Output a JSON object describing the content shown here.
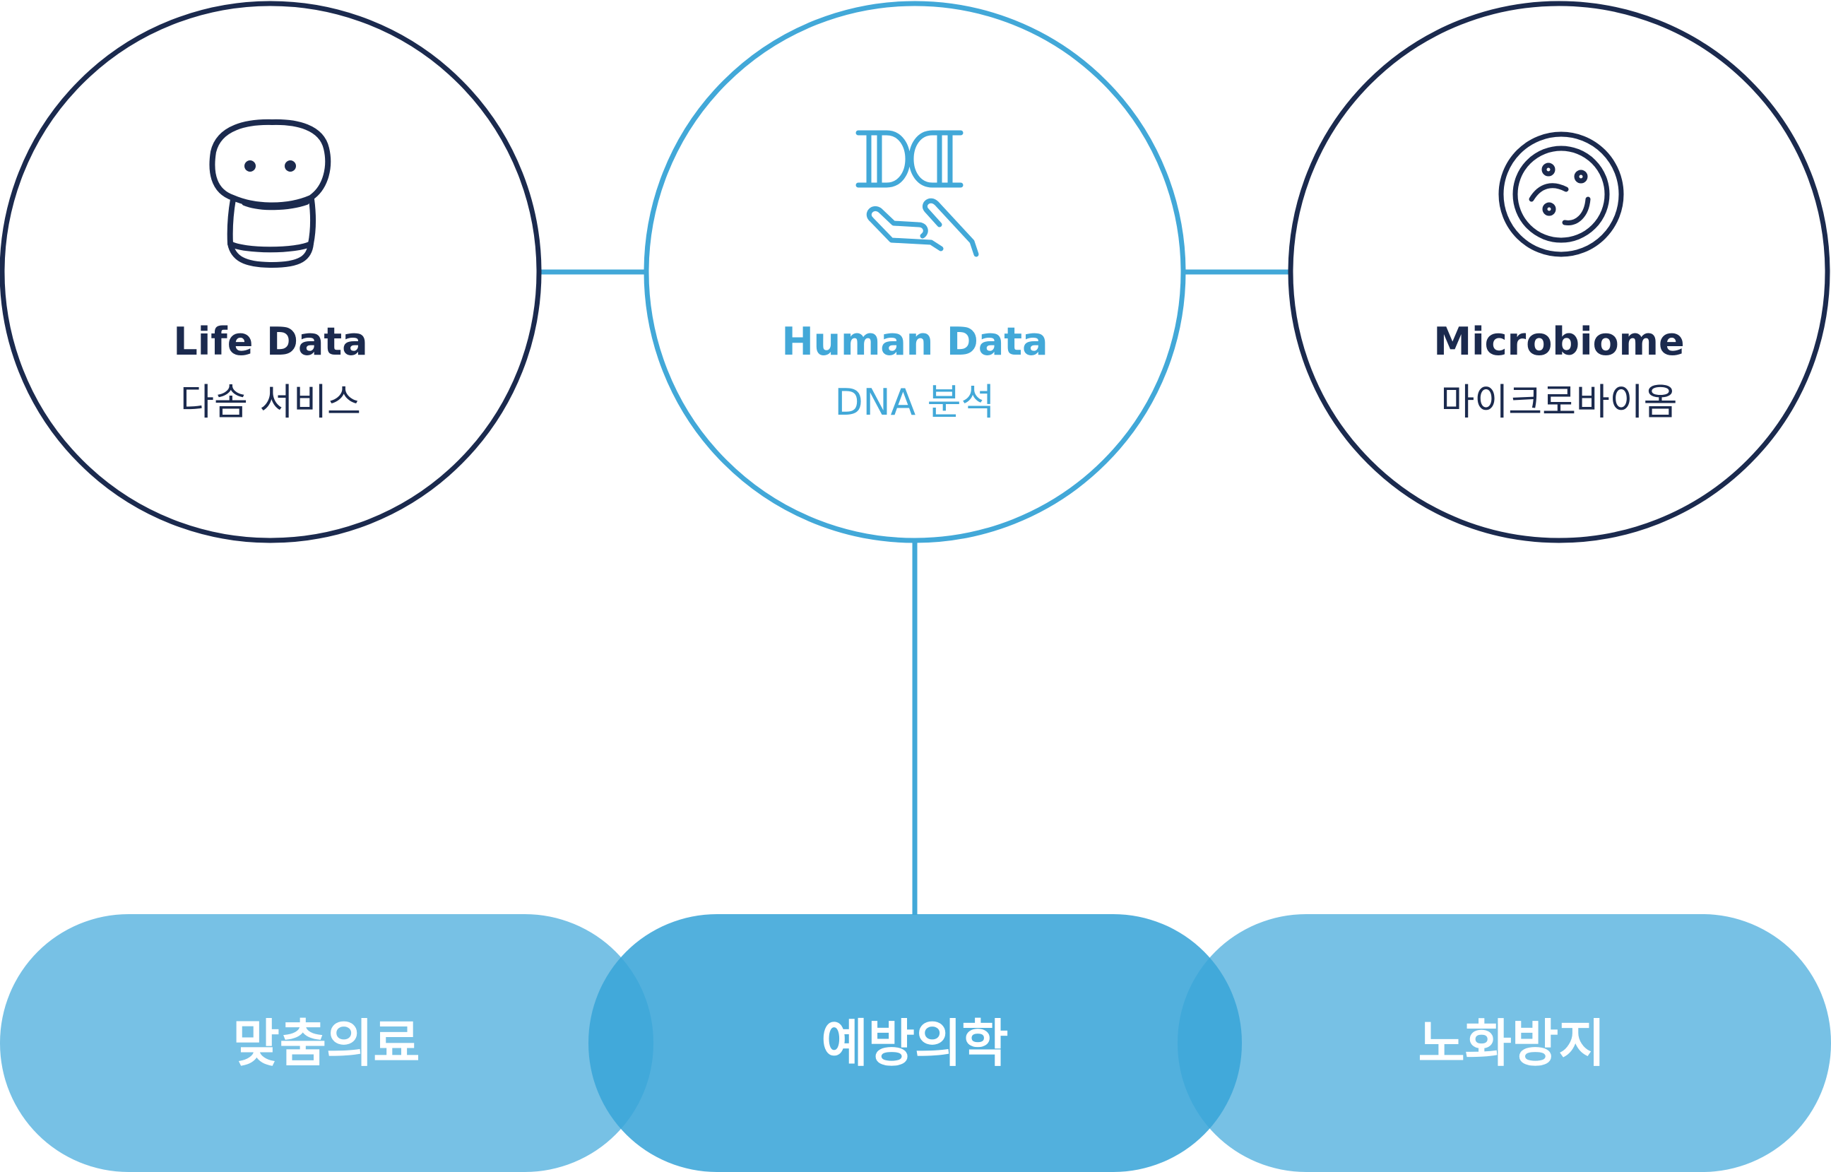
{
  "colors": {
    "navy": "#1b2a4e",
    "blue": "#42a8d8",
    "pill_light": "#6bbce3",
    "pill_dark": "#3aa5d8"
  },
  "nodes": [
    {
      "id": "life",
      "title": "Life Data",
      "subtitle": "다솜 서비스",
      "icon": "face-head-icon",
      "color": "#1b2a4e"
    },
    {
      "id": "human",
      "title": "Human Data",
      "subtitle": "DNA 분석",
      "icon": "dna-hand-icon",
      "color": "#42a8d8"
    },
    {
      "id": "micro",
      "title": "Microbiome",
      "subtitle": "마이크로바이옴",
      "icon": "petri-dish-icon",
      "color": "#1b2a4e"
    }
  ],
  "outcomes": [
    {
      "label": "맞춤의료"
    },
    {
      "label": "예방의학"
    },
    {
      "label": "노화방지"
    }
  ]
}
